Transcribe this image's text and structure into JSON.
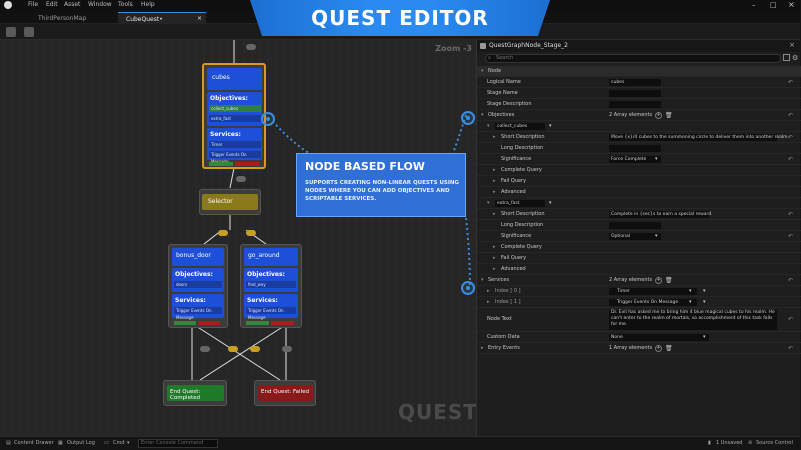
{
  "menu": [
    "File",
    "Edit",
    "Asset",
    "Window",
    "Tools",
    "Help"
  ],
  "tabs": [
    {
      "label": "ThirdPersonMap"
    },
    {
      "label": "CubeQuest•"
    }
  ],
  "banner": "QUEST EDITOR",
  "graph": {
    "zoom": "Zoom -3",
    "watermark": "QUEST",
    "nodes": {
      "cubes": {
        "title": "cubes",
        "objectives": "Objectives:",
        "obj1": "collect_cubes",
        "obj2": "extra_fast",
        "services": "Services:",
        "svc1": "Timer",
        "svc2": "Trigger Events On Message"
      },
      "selector": {
        "title": "Selector"
      },
      "bonus": {
        "title": "bonus_door",
        "objectives": "Objectives:",
        "obj1": "doors",
        "services": "Services:",
        "svc1": "Trigger Events On Message"
      },
      "around": {
        "title": "go_around",
        "objectives": "Objectives:",
        "obj1": "find_way",
        "services": "Services:",
        "svc1": "Trigger Events On Message"
      },
      "end_completed": {
        "title": "End Quest: Completed"
      },
      "end_failed": {
        "title": "End Quest: Failed"
      }
    },
    "callout": {
      "title": "NODE BASED FLOW",
      "body": "SUPPORTS CREATING NON-LINEAR QUESTS USING NODES WHERE YOU CAN ADD OBJECTIVES AND SCRIPTABLE SERVICES."
    }
  },
  "panel": {
    "title": "QuestGraphNode_Stage_2",
    "search_placeholder": "Search",
    "rows": {
      "node": "Node",
      "logical_name": "Logical Name",
      "logical_name_val": "cubes",
      "stage_name": "Stage Name",
      "stage_desc": "Stage Description",
      "objectives": "Objectives",
      "objectives_count": "2 Array elements",
      "obj1_name": "collect_cubes",
      "short_desc": "Short Description",
      "short_desc1_val": "Move {x}/4 cubes to the summoning circle to deliver them into another realm.",
      "long_desc": "Long Description",
      "significance": "Significance",
      "sig1_val": "Force Complete",
      "complete_query": "Complete Query",
      "fail_query": "Fail Query",
      "advanced": "Advanced",
      "obj2_name": "extra_fast",
      "short_desc2_val": "Complete in {sec}s to earn a special reward.",
      "sig2_val": "Optional",
      "services": "Services",
      "services_count": "2 Array elements",
      "index0": "Index [ 0 ]",
      "svc0_val": "Timer",
      "index1": "Index [ 1 ]",
      "svc1_val": "Trigger Events On Message",
      "node_text": "Node Text",
      "node_text_val": "Dr. Evil has asked me to bring him 4 blue magical cubes to his realm. He can't enter to the realm of mortals, so accomplishment of this task falls for me.",
      "custom_data": "Custom Data",
      "custom_data_val": "None",
      "entry_events": "Entry Events",
      "entry_events_count": "1 Array elements"
    }
  },
  "status": {
    "content_drawer": "Content Drawer",
    "output_log": "Output Log",
    "cmd": "Cmd",
    "console_placeholder": "Enter Console Command",
    "unsaved": "1 Unsaved",
    "source_control": "Source Control"
  },
  "colors": {
    "accent": "#2a8af0",
    "node_blue": "#1d4fd8",
    "selector": "#8a7a1a",
    "completed": "#1f7a2a",
    "failed": "#8a1a1a"
  }
}
